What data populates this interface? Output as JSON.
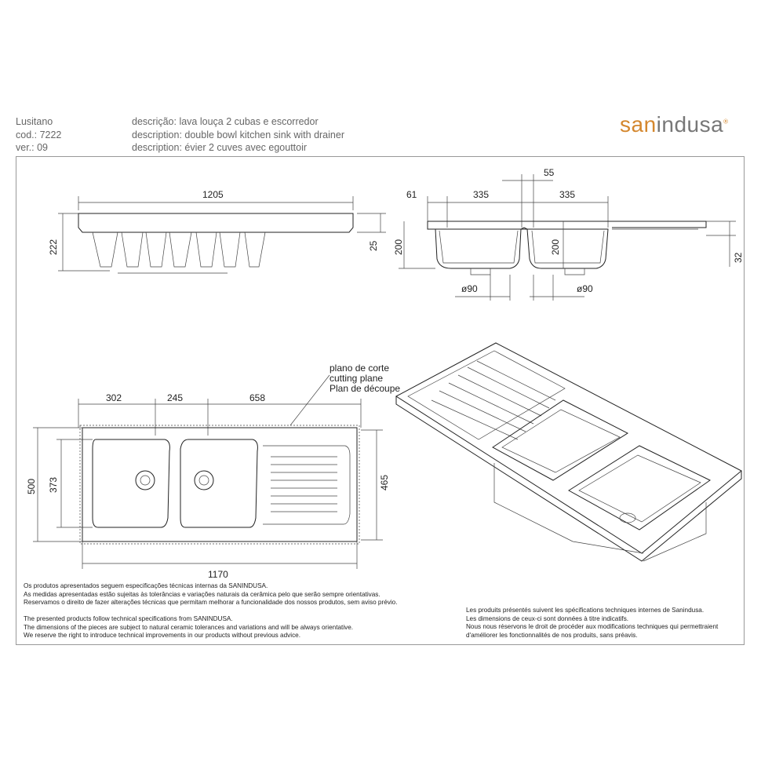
{
  "header": {
    "model": "Lusitano",
    "code": "cod.: 7222",
    "version": "ver.: 09",
    "desc_pt": "descrição: lava louça 2 cubas e escorredor",
    "desc_en": "description: double bowl kitchen sink with drainer",
    "desc_fr": "description: évier 2 cuves avec egouttoir"
  },
  "logo": {
    "part1": "san",
    "part2": "indusa",
    "mark": "®",
    "accent": "#d4872e"
  },
  "front_view": {
    "width": "1205",
    "height": "222",
    "rim": "25"
  },
  "section_view": {
    "d61": "61",
    "d335a": "335",
    "d335b": "335",
    "d55": "55",
    "h200a": "200",
    "h200b": "200",
    "h32": "32",
    "drain1": "ø90",
    "drain2": "ø90"
  },
  "plan_view": {
    "d302": "302",
    "d245": "245",
    "d658": "658",
    "d500": "500",
    "d373": "373",
    "d465": "465",
    "d1170": "1170",
    "cut_pt": "plano de corte",
    "cut_en": "cutting plane",
    "cut_fr": "Plan de découpe"
  },
  "notes_pt": [
    "Os produtos apresentados seguem especificações técnicas internas da SANINDUSA.",
    "As medidas apresentadas estão sujeitas às tolerâncias e variações naturais da cerâmica pelo que serão sempre orientativas.",
    "Reservamos o direito de fazer alterações técnicas que permitam melhorar a funcionalidade dos nossos produtos, sem aviso prévio."
  ],
  "notes_en": [
    "The presented products follow technical specifications from SANINDUSA.",
    "The dimensions of the pieces are subject to natural ceramic tolerances and variations and will be always orientative.",
    "We reserve the right to introduce technical improvements in our products without previous advice."
  ],
  "notes_fr": [
    "Les produits présentés suivent les spécifications techniques internes de Sanindusa.",
    "Les dimensions de ceux-ci sont données à titre indicatifs.",
    "Nous nous réservons le droit de procéder aux modifications techniques qui permettraient",
    "d'améliorer les fonctionnalités de nos produits, sans préavis."
  ]
}
